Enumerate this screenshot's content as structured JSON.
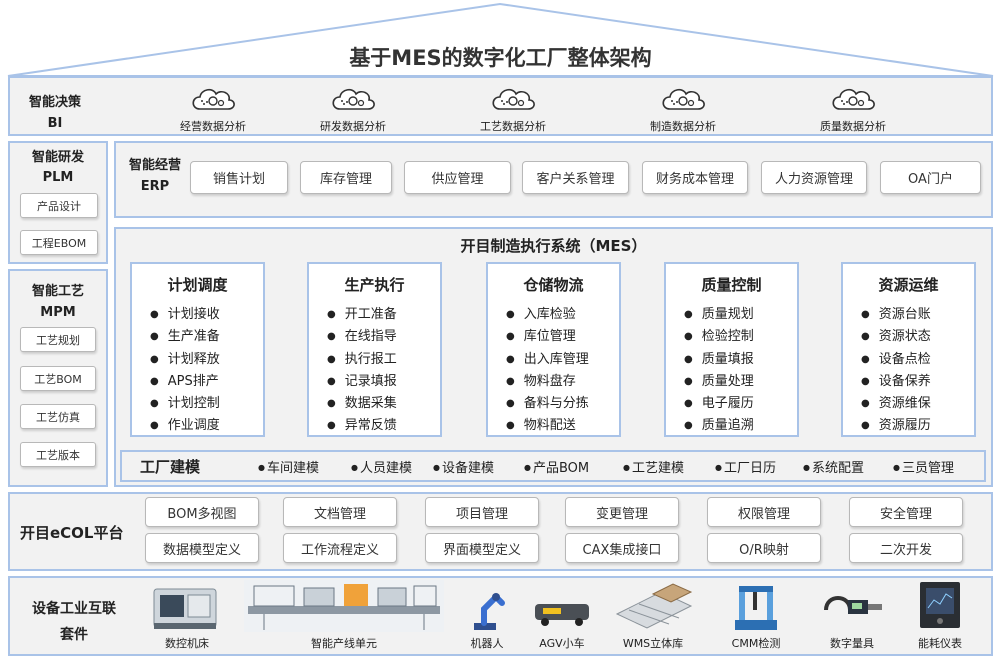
{
  "title": "基于MES的数字化工厂整体架构",
  "bi": {
    "label_line1": "智能决策",
    "label_line2": "BI",
    "items": [
      {
        "label": "经营数据分析",
        "icon": "cloud-gear-icon"
      },
      {
        "label": "研发数据分析",
        "icon": "cloud-gear-icon"
      },
      {
        "label": "工艺数据分析",
        "icon": "cloud-gear-icon"
      },
      {
        "label": "制造数据分析",
        "icon": "cloud-gear-icon"
      },
      {
        "label": "质量数据分析",
        "icon": "cloud-gear-icon"
      }
    ]
  },
  "plm": {
    "label_line1": "智能研发",
    "label_line2": "PLM",
    "items": [
      "产品设计",
      "工程EBOM"
    ]
  },
  "mpm": {
    "label_line1": "智能工艺",
    "label_line2": "MPM",
    "items": [
      "工艺规划",
      "工艺BOM",
      "工艺仿真",
      "工艺版本"
    ]
  },
  "erp": {
    "label_line1": "智能经营",
    "label_line2": "ERP",
    "items": [
      "销售计划",
      "库存管理",
      "供应管理",
      "客户关系管理",
      "财务成本管理",
      "人力资源管理",
      "OA门户"
    ]
  },
  "mes": {
    "title": "开目制造执行系统（MES）",
    "modules": [
      {
        "title": "计划调度",
        "items": [
          "计划接收",
          "生产准备",
          "计划释放",
          "APS排产",
          "计划控制",
          "作业调度"
        ]
      },
      {
        "title": "生产执行",
        "items": [
          "开工准备",
          "在线指导",
          "执行报工",
          "记录填报",
          "数据采集",
          "异常反馈"
        ]
      },
      {
        "title": "仓储物流",
        "items": [
          "入库检验",
          "库位管理",
          "出入库管理",
          "物料盘存",
          "备料与分拣",
          "物料配送"
        ]
      },
      {
        "title": "质量控制",
        "items": [
          "质量规划",
          "检验控制",
          "质量填报",
          "质量处理",
          "电子履历",
          "质量追溯"
        ]
      },
      {
        "title": "资源运维",
        "items": [
          "资源台账",
          "资源状态",
          "设备点检",
          "设备保养",
          "资源维保",
          "资源履历"
        ]
      }
    ],
    "factory_modeling": {
      "label": "工厂建模",
      "items": [
        "车间建模",
        "人员建模",
        "设备建模",
        "产品BOM",
        "工艺建模",
        "工厂日历",
        "系统配置",
        "三员管理"
      ]
    }
  },
  "ecol": {
    "label": "开目eCOL平台",
    "row1": [
      "BOM多视图",
      "文档管理",
      "项目管理",
      "变更管理",
      "权限管理",
      "安全管理"
    ],
    "row2": [
      "数据模型定义",
      "工作流程定义",
      "界面模型定义",
      "CAX集成接口",
      "O/R映射",
      "二次开发"
    ]
  },
  "iot": {
    "label_line1": "设备工业互联",
    "label_line2": "套件",
    "devices": [
      {
        "label": "数控机床",
        "icon": "cnc-machine-icon"
      },
      {
        "label": "智能产线单元",
        "icon": "production-line-icon"
      },
      {
        "label": "机器人",
        "icon": "robot-arm-icon"
      },
      {
        "label": "AGV小车",
        "icon": "agv-cart-icon"
      },
      {
        "label": "WMS立体库",
        "icon": "warehouse-rack-icon"
      },
      {
        "label": "CMM检测",
        "icon": "cmm-machine-icon"
      },
      {
        "label": "数字量具",
        "icon": "micrometer-icon"
      },
      {
        "label": "能耗仪表",
        "icon": "energy-meter-icon"
      }
    ]
  },
  "colors": {
    "border": "#a9c3e8",
    "panel_bg": "#f2f2f2",
    "roof": "#b7cde9"
  }
}
